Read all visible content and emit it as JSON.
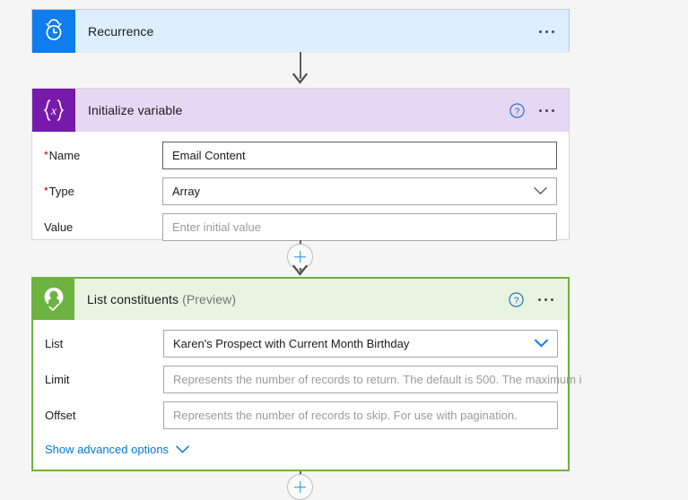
{
  "flow": {
    "cards": [
      {
        "id": "recurrence",
        "title": "Recurrence",
        "preview": "",
        "icon": "alarm-clock-icon",
        "icon_bg": "#0f7ded",
        "header_bg": "#ddeeff",
        "has_help": false,
        "fields": []
      },
      {
        "id": "initialize-variable",
        "title": "Initialize variable",
        "preview": "",
        "icon": "variable-braces-icon",
        "icon_bg": "#7719aa",
        "header_bg": "#e6d7f5",
        "has_help": true,
        "fields": [
          {
            "label": "Name",
            "required": true,
            "value": "Email Content",
            "placeholder": "",
            "is_placeholder": false,
            "has_chevron": false,
            "border": "strong",
            "chevron_color": ""
          },
          {
            "label": "Type",
            "required": true,
            "value": "Array",
            "placeholder": "",
            "is_placeholder": false,
            "has_chevron": true,
            "border": "light",
            "chevron_color": "#605e5c"
          },
          {
            "label": "Value",
            "required": false,
            "value": "",
            "placeholder": "Enter initial value",
            "is_placeholder": true,
            "has_chevron": false,
            "border": "light",
            "chevron_color": ""
          }
        ]
      },
      {
        "id": "list-constituents",
        "title": "List constituents",
        "preview": "(Preview)",
        "icon": "person-check-icon",
        "icon_bg": "#6cb33f",
        "header_bg": "#e9f3e1",
        "has_help": true,
        "advanced_label": "Show advanced options",
        "fields": [
          {
            "label": "List",
            "required": false,
            "value": "Karen's Prospect with Current Month Birthday",
            "placeholder": "",
            "is_placeholder": false,
            "has_chevron": true,
            "border": "light",
            "chevron_color": "#0f7ded"
          },
          {
            "label": "Limit",
            "required": false,
            "value": "",
            "placeholder": "Represents the number of records to return. The default is 500. The maximum i",
            "is_placeholder": true,
            "has_chevron": false,
            "border": "light",
            "chevron_color": ""
          },
          {
            "label": "Offset",
            "required": false,
            "value": "",
            "placeholder": "Represents the number of records to skip. For use with pagination.",
            "is_placeholder": true,
            "has_chevron": false,
            "border": "light",
            "chevron_color": ""
          }
        ]
      }
    ],
    "connectors": {
      "add_step_icon": "plus-icon",
      "arrow_icon": "arrow-down-icon"
    },
    "colors": {
      "canvas_bg": "#f5f5f5",
      "accent_blue": "#0078d4",
      "required_red": "#a80000",
      "selected_green": "#6cb33f"
    }
  }
}
